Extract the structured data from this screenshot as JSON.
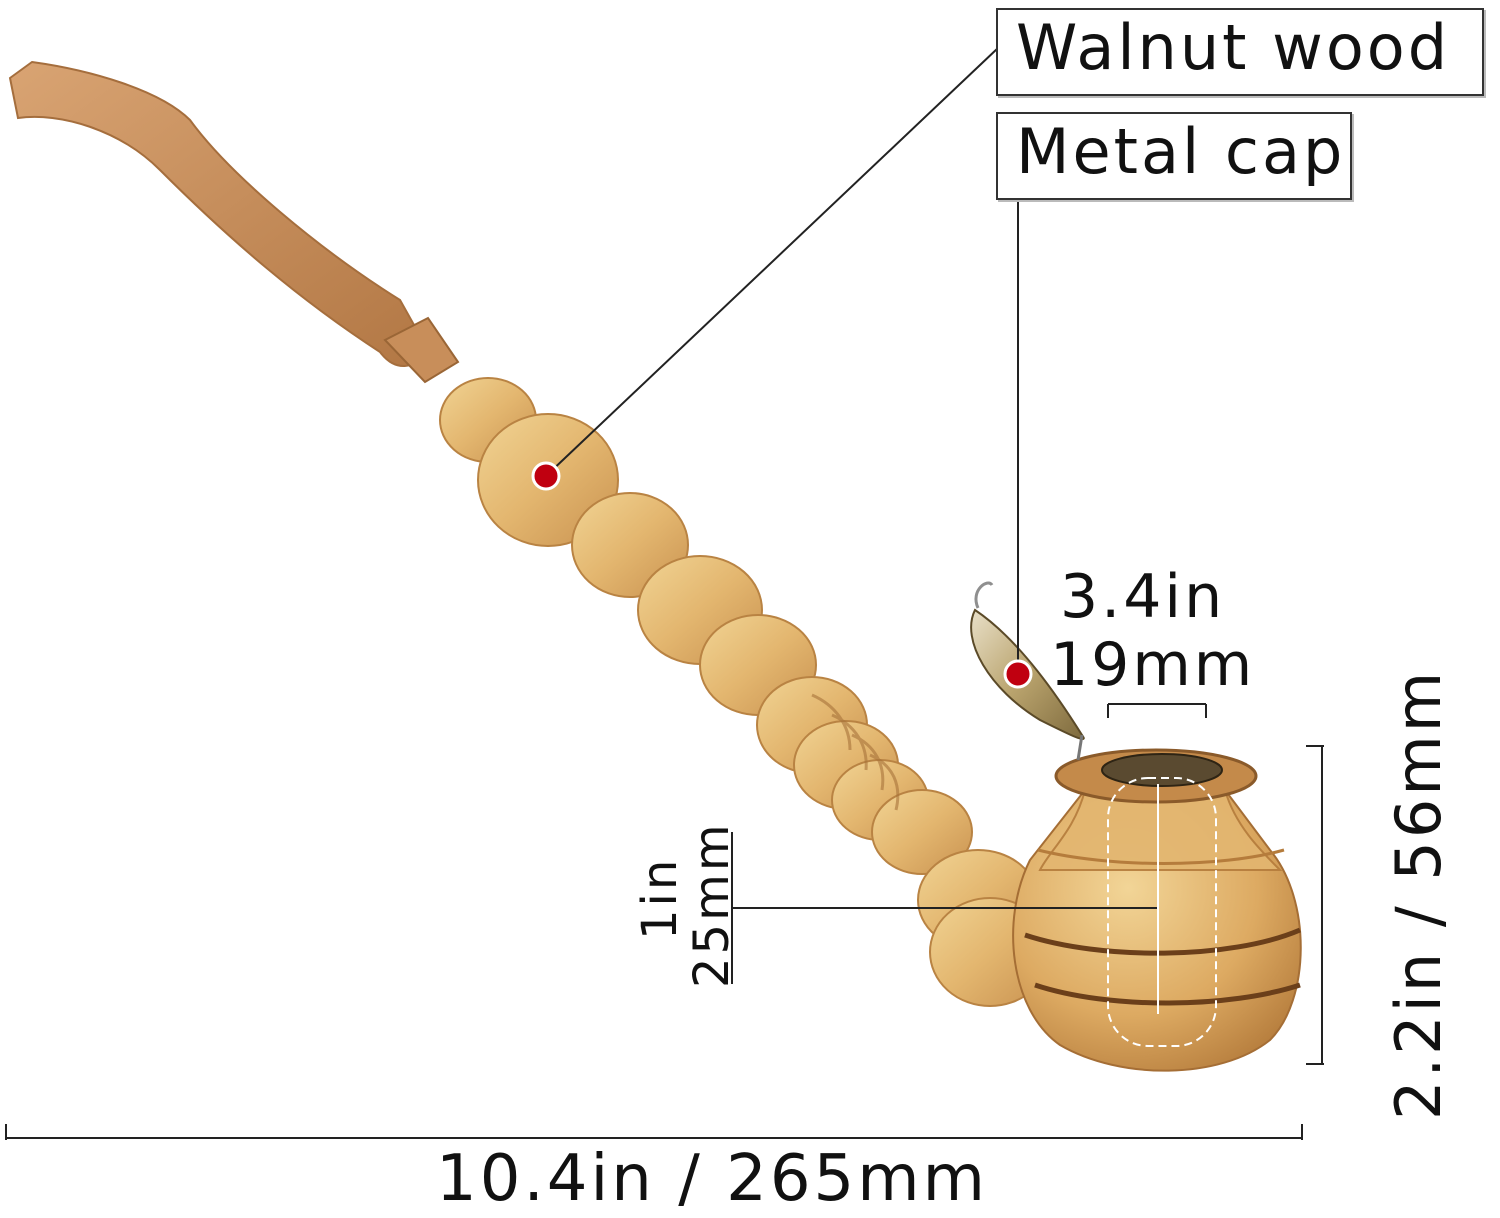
{
  "labels": {
    "material": "Walnut wood",
    "cap": "Metal cap"
  },
  "dimensions": {
    "overall_length": "10.4in / 265mm",
    "bowl_height": "2.2in / 56mm",
    "bowl_width_in": "3.4in",
    "bowl_width_mm": "19mm",
    "depth_in": "1in",
    "depth_mm": "25mm"
  },
  "colors": {
    "wood_light": "#e8c27e",
    "wood_mid": "#d9a95f",
    "wood_dark": "#b98343",
    "stem": "#c98e5a",
    "marker": "#c00010",
    "line": "#222222"
  }
}
